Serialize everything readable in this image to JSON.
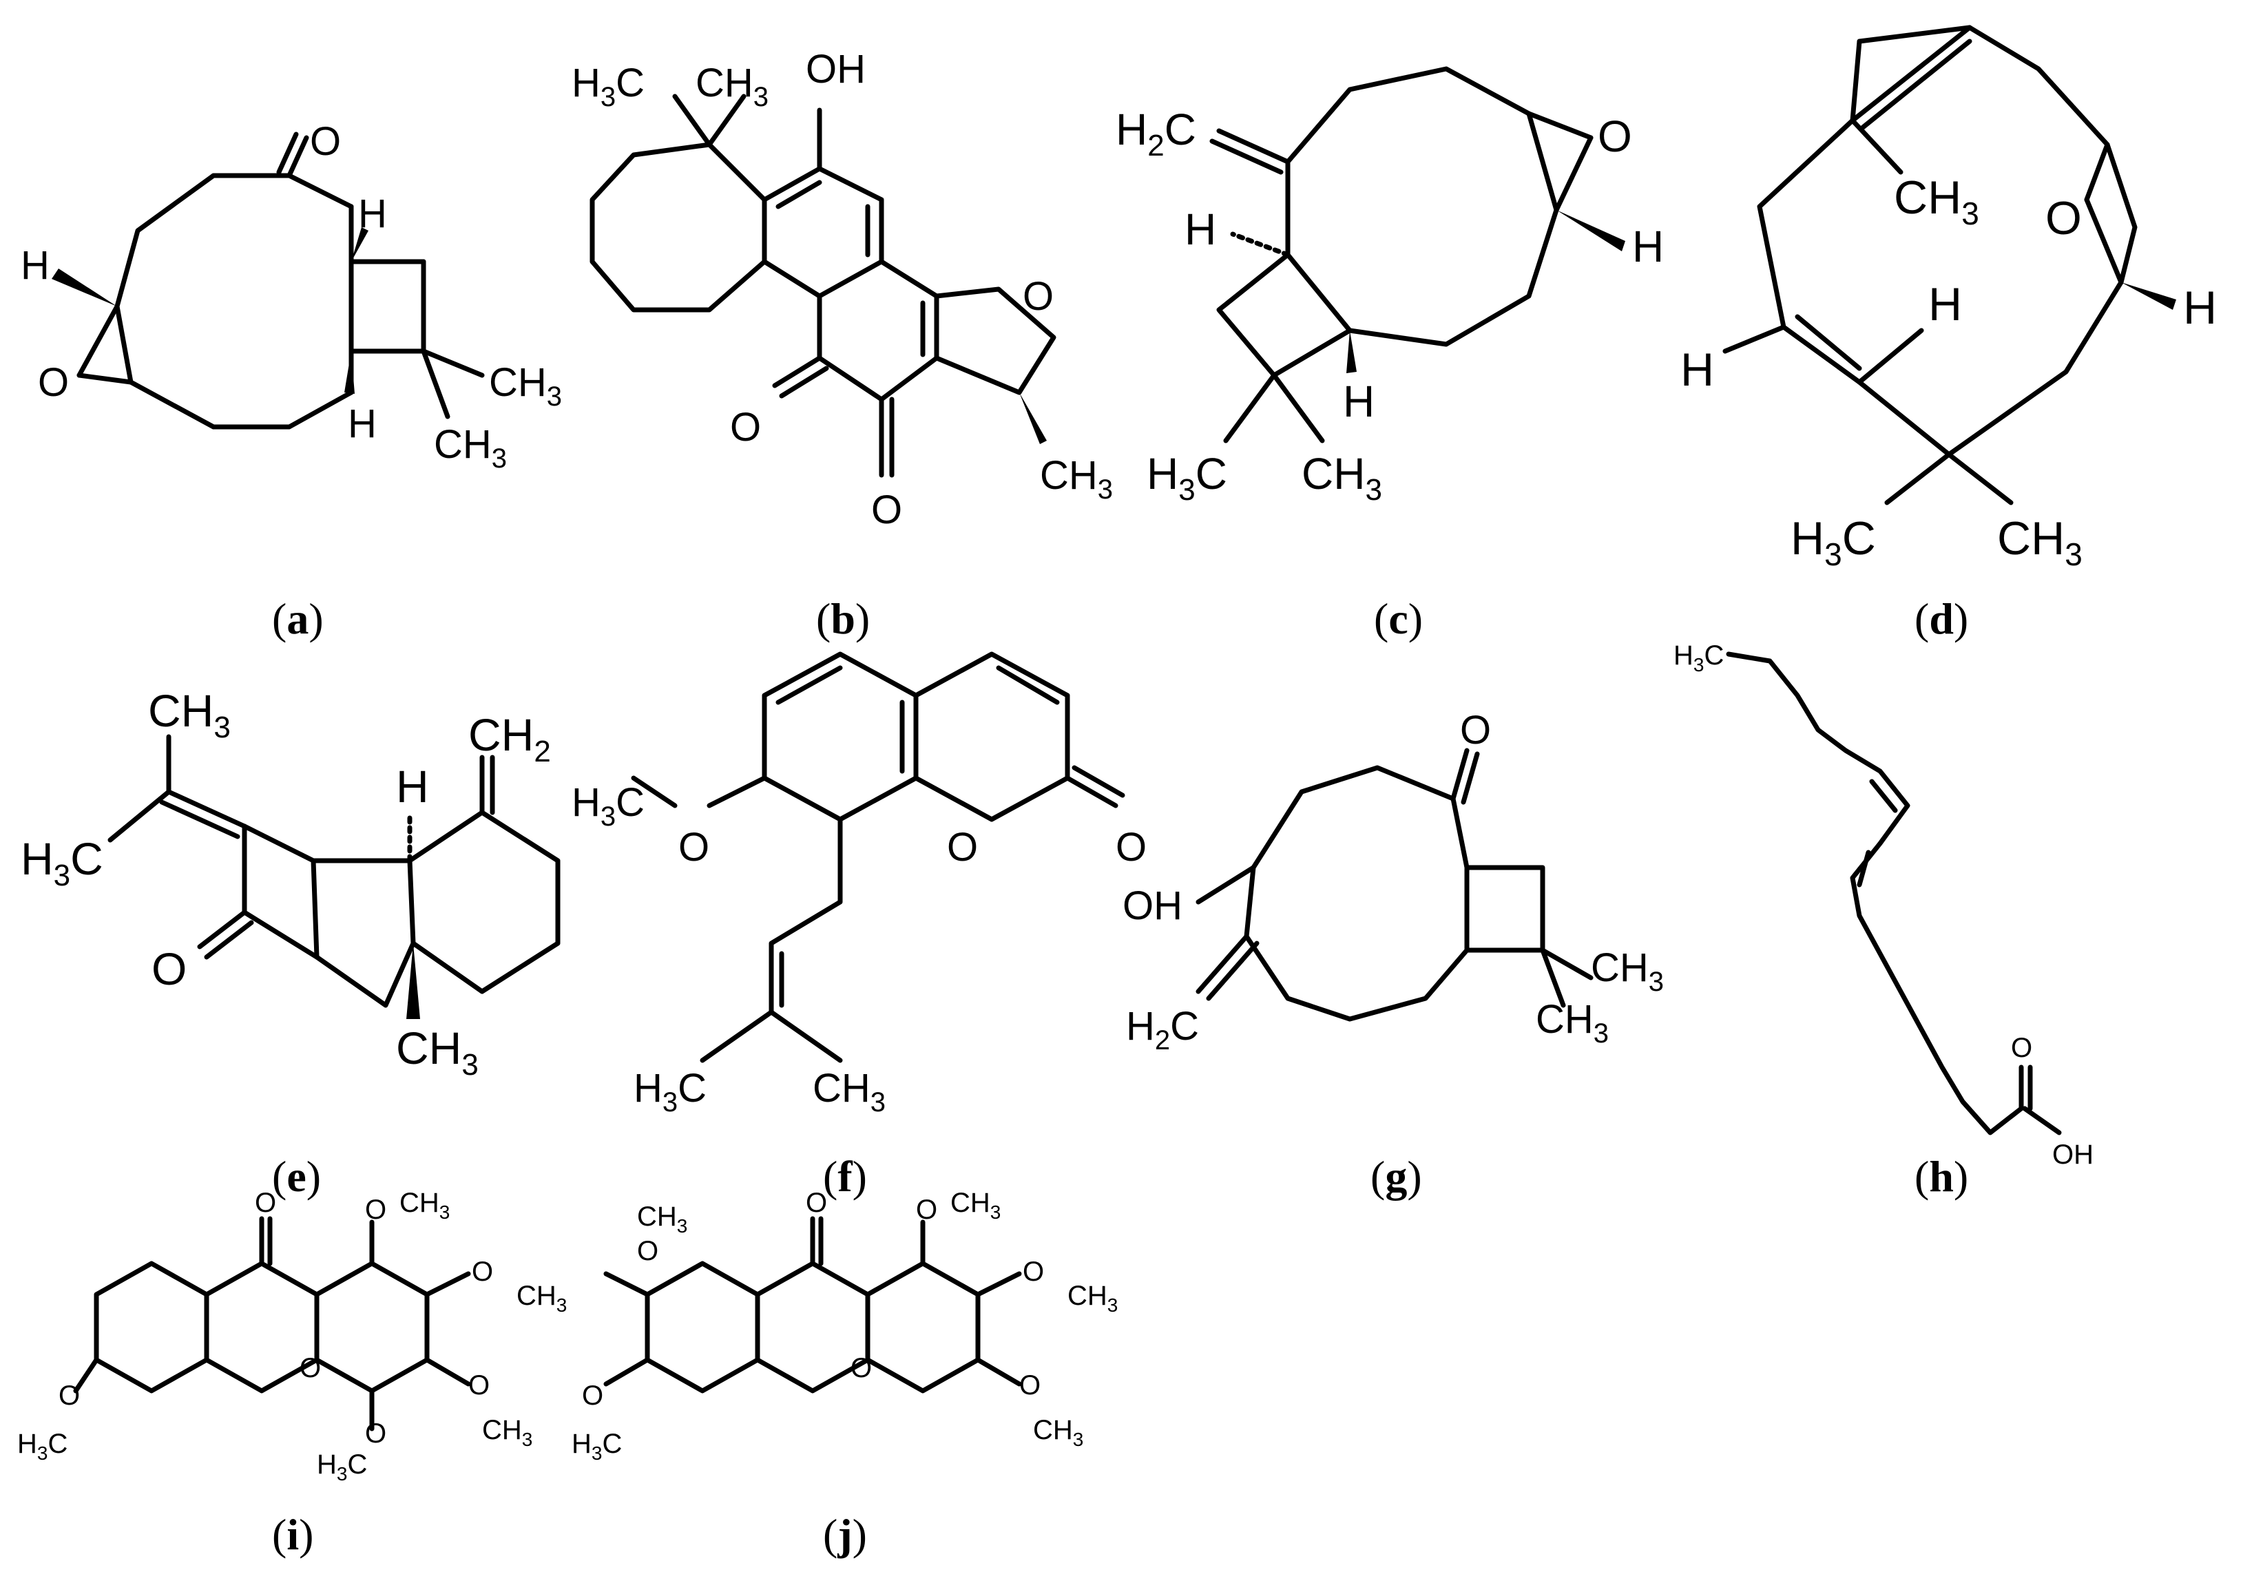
{
  "captions": [
    "a",
    "b",
    "c",
    "d",
    "e",
    "f",
    "g",
    "h",
    "i",
    "j"
  ],
  "atoms": {
    "o": "O",
    "oh": "OH",
    "h": "H",
    "ch3": "CH",
    "h3c": "H",
    "ch2": "CH",
    "h2c": "H",
    "c": "C",
    "sub3": "3",
    "sub2": "2"
  }
}
